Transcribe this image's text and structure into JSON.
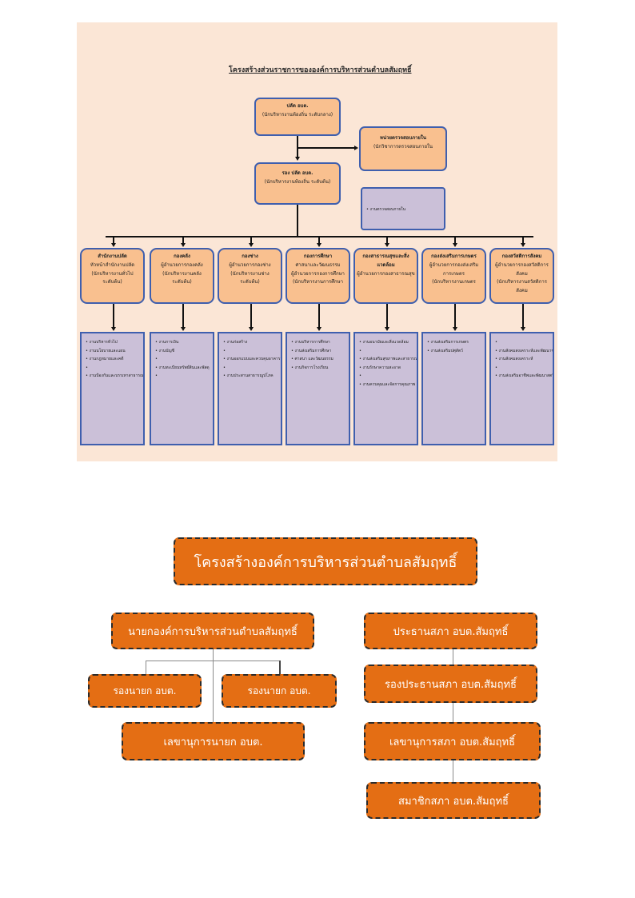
{
  "top_chart": {
    "title": "โครงสร้างส่วนราชการขององค์การบริหารส่วนตำบลสัมฤทธิ์",
    "head": {
      "title": "ปลัด อบต.",
      "subtitle": "(นักบริหารงานท้องถิ่น ระดับกลาง)"
    },
    "audit_unit": {
      "title": "หน่วยตรวจสอบภายใน",
      "subtitle": "(นักวิชาการตรวจสอบภายใน"
    },
    "deputy": {
      "title": "รอง ปลัด อบต.",
      "subtitle": "(นักบริหารงานท้องถิ่น ระดับต้น)"
    },
    "audit_task": "งานตรวจสอบภายใน",
    "divisions": [
      {
        "title": "สำนักงานปลัด",
        "lines": [
          "หัวหน้าสำนักงานปลัด",
          "(นักบริหารงานทั่วไป",
          "ระดับต้น)"
        ],
        "tasks": [
          "งานบริหารทั่วไป",
          "งานนโยบายและแผน",
          "งานกฎหมายและคดี",
          "",
          "งานป้องกันและบรรเทาสาธารณภัย"
        ]
      },
      {
        "title": "กองคลัง",
        "lines": [
          "ผู้อำนวยการกองคลัง",
          "(นักบริหารงานคลัง",
          "ระดับต้น)"
        ],
        "tasks": [
          "งานการเงิน",
          "งานบัญชี",
          "",
          "งานทะเบียนทรัพย์สินและพัสดุ",
          ""
        ]
      },
      {
        "title": "กองช่าง",
        "lines": [
          "ผู้อำนวยการกองช่าง",
          "(นักบริหารงานช่าง",
          "ระดับต้น)"
        ],
        "tasks": [
          "งานก่อสร้าง",
          "",
          "งานออกแบบและควบคุมอาคาร",
          "",
          "งานประสานสาธารณูปโภค"
        ]
      },
      {
        "title": "กองการศึกษา",
        "lines": [
          "ศาสนาและวัฒนธรรม",
          "ผู้อำนวยการกองการศึกษา",
          "(นักบริหารงานการศึกษา"
        ],
        "tasks": [
          "งานบริหารการศึกษา",
          "งานส่งเสริมการศึกษา",
          "ศาสนา และวัฒนธรรม",
          "งานกิจการโรงเรียน"
        ]
      },
      {
        "title": "กองสาธารณสุขและสิ่งแวดล้อม",
        "lines": [
          "ผู้อำนวยการกองสาธารณสุข",
          ""
        ],
        "tasks": [
          "งานอนามัยและสิ่งแวดล้อม",
          "",
          "งานส่งเสริมสุขภาพและสาธารณสุข",
          "งานรักษาความสะอาด",
          "",
          "งานควบคุมและจัดการคุณภาพ"
        ]
      },
      {
        "title": "กองส่งเสริมการเกษตร",
        "lines": [
          "ผู้อำนวยการกองส่งเสริมการเกษตร",
          "(นักบริหารงานเกษตร"
        ],
        "tasks": [
          "งานส่งเสริมการเกษตร",
          "งานส่งเสริมปศุสัตว์"
        ]
      },
      {
        "title": "กองสวัสดิการสังคม",
        "lines": [
          "ผู้อำนวยการกองสวัสดิการสังคม",
          "(นักบริหารงานสวัสดิการสังคม"
        ],
        "tasks": [
          "",
          "งานสังคมสงเคราะห์และพัฒนาชุมชน",
          "งานสังคมสงเคราะห์",
          "",
          "งานส่งเสริมอาชีพและพัฒนาสตรี"
        ]
      }
    ]
  },
  "bottom_chart": {
    "title": "โครงสร้างองค์การบริหารส่วนตำบลสัมฤทธิ์",
    "executive": {
      "chief": "นายกองค์การบริหารส่วนตำบลสัมฤทธิ์",
      "deputy_1": "รองนายก อบต.",
      "deputy_2": "รองนายก อบต.",
      "secretary": "เลขานุการนายก อบต."
    },
    "council": {
      "president": "ประธานสภา อบต.สัมฤทธิ์",
      "vice_president": "รองประธานสภา อบต.สัมฤทธิ์",
      "secretary": "เลขานุการสภา อบต.สัมฤทธิ์",
      "members": "สมาชิกสภา อบต.สัมฤทธิ์"
    }
  }
}
